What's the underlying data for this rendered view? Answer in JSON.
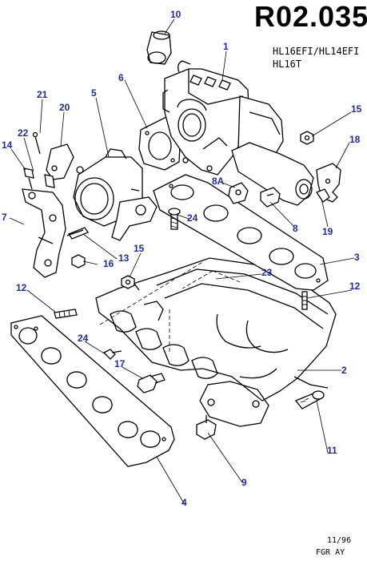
{
  "header": {
    "code": "R02.035",
    "variant_line1": "HL16EFI/HL14EFI",
    "variant_line2": "HL16T"
  },
  "callouts": [
    "10",
    "1",
    "6",
    "5",
    "21",
    "20",
    "22",
    "14",
    "7",
    "15",
    "18",
    "8A",
    "24",
    "13",
    "16",
    "8",
    "19",
    "3",
    "23",
    "15",
    "12",
    "12",
    "24",
    "17",
    "2",
    "11",
    "9",
    "4"
  ],
  "footer": {
    "date": "11/96",
    "code": "FGR AY"
  }
}
